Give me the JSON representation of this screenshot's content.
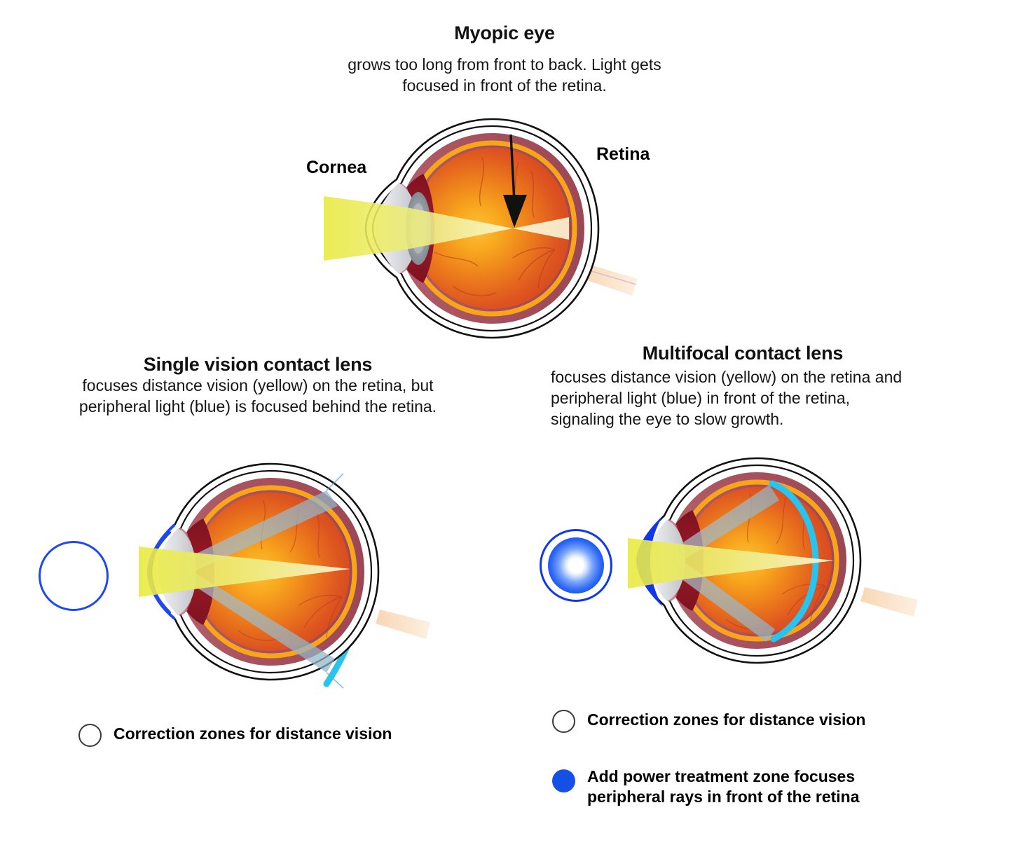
{
  "figure": {
    "top": {
      "title": "Myopic eye",
      "description_line1": "grows too long from front to back. Light gets",
      "description_line2": "focused in front of the retina.",
      "labels": {
        "cornea": "Cornea",
        "retina": "Retina"
      },
      "annotation_icon": "down-arrow-icon"
    },
    "left_panel": {
      "title": "Single vision contact lens",
      "description_line1": "focuses distance vision (yellow) on the retina, but",
      "description_line2": "peripheral light (blue) is focused behind the retina.",
      "lens_icon": "single-vision-lens-icon",
      "legend": [
        {
          "marker": "hollow-circle-icon",
          "label": "Correction zones for distance vision"
        }
      ]
    },
    "right_panel": {
      "title": "Multifocal contact lens",
      "description_line1": "focuses distance vision (yellow) on the retina and",
      "description_line2": "peripheral light (blue) in front of the retina,",
      "description_line3": "signaling the eye to slow growth.",
      "lens_icon": "multifocal-lens-icon",
      "legend": [
        {
          "marker": "hollow-circle-icon",
          "label": "Correction zones for distance vision"
        },
        {
          "marker": "blue-filled-circle-icon",
          "label_line1": "Add power treatment zone focuses",
          "label_line2": "peripheral rays in front of the retina"
        }
      ]
    },
    "colors": {
      "distance_vision_beam": "#e8e84a",
      "peripheral_light": "#29c3ef",
      "lens_blue": "#1038e8",
      "legend_blue": "#1450e6",
      "retina_line": "#f9a51a",
      "choroid": "#a8535f",
      "vitreous_outer": "#d8481c",
      "vitreous_inner": "#f5a81c",
      "sclera_outline": "#111111",
      "optic_nerve": "#fbe3c8",
      "text": "#111111"
    }
  }
}
